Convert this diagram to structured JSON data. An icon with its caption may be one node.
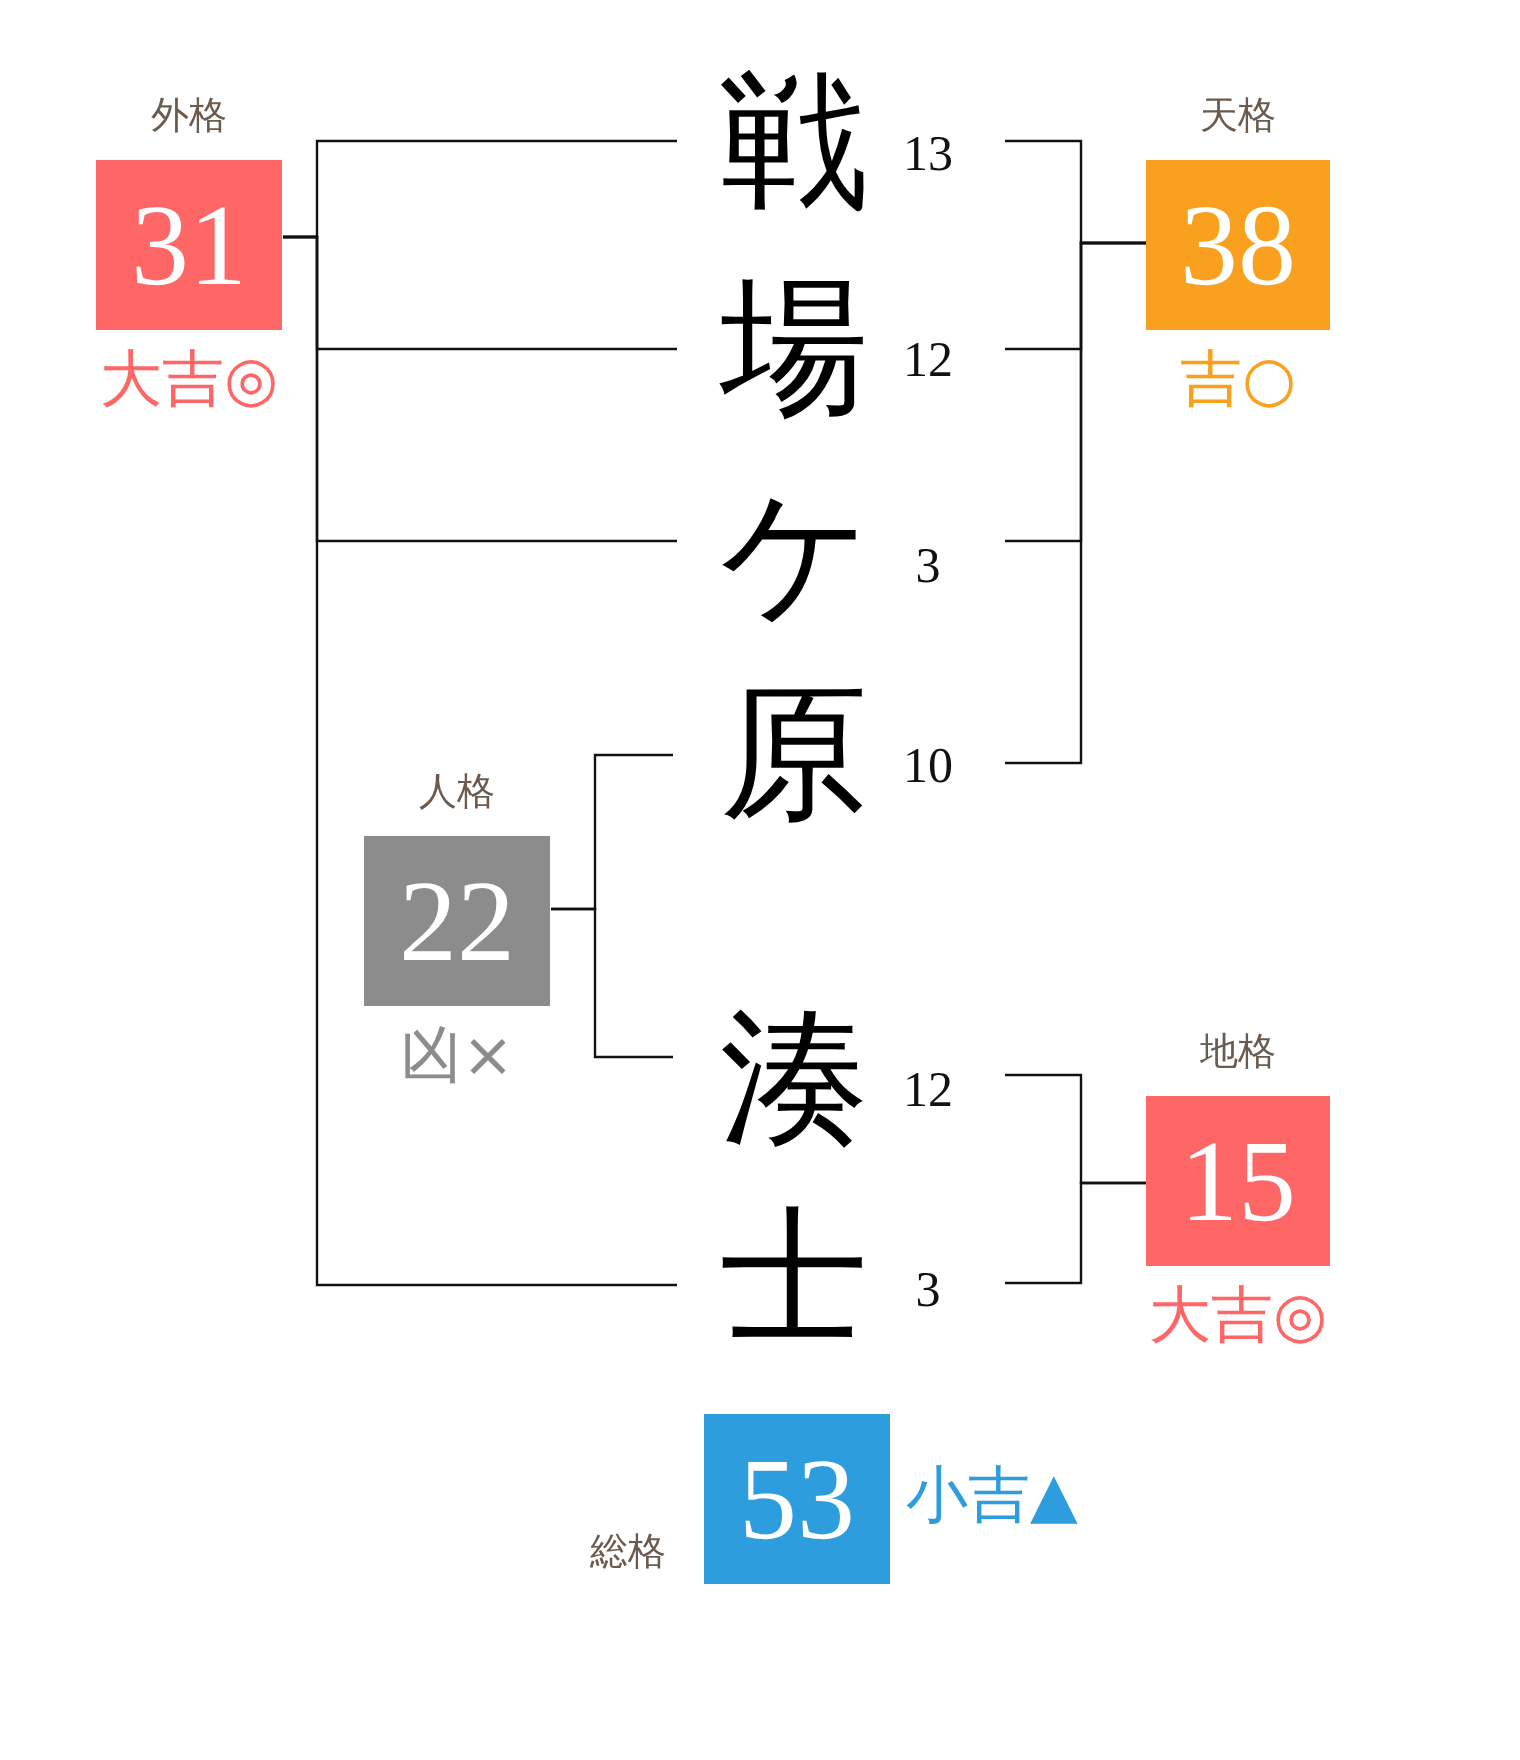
{
  "diagram": {
    "nodes": [
      {
        "text": [
          "外格",
          "31"
        ],
        "beside": [
          "大吉◎"
        ]
      },
      {
        "text": [
          "戦"
        ],
        "beside": [
          "13"
        ]
      },
      {
        "text": [
          "天格",
          "38"
        ],
        "beside": [
          "吉○"
        ]
      },
      {
        "text": [
          "場"
        ],
        "beside": [
          "12"
        ]
      },
      {
        "text": [
          "ケ"
        ],
        "beside": [
          "3"
        ]
      },
      {
        "text": [
          "原"
        ],
        "beside": [
          "10"
        ]
      },
      {
        "text": [
          "人格",
          "22"
        ],
        "beside": [
          "凶×"
        ]
      },
      {
        "text": [
          "湊"
        ],
        "beside": [
          "12"
        ]
      },
      {
        "text": [
          "地格",
          "15"
        ],
        "beside": [
          "大吉◎"
        ]
      },
      {
        "text": [
          "士"
        ],
        "beside": [
          "3"
        ]
      },
      {
        "text": [
          "総格",
          "53"
        ],
        "beside": [
          "小吉▲"
        ]
      }
    ],
    "edges": [
      {
        "from": 1,
        "to": 0,
        "arrow": "none"
      },
      {
        "from": 3,
        "to": 0,
        "arrow": "none"
      },
      {
        "from": 4,
        "to": 0,
        "arrow": "none"
      },
      {
        "from": 9,
        "to": 0,
        "arrow": "none"
      },
      {
        "from": 1,
        "to": 2,
        "arrow": "none"
      },
      {
        "from": 3,
        "to": 2,
        "arrow": "none"
      },
      {
        "from": 4,
        "to": 2,
        "arrow": "none"
      },
      {
        "from": 5,
        "to": 2,
        "arrow": "none"
      },
      {
        "from": 5,
        "to": 6,
        "arrow": "none"
      },
      {
        "from": 7,
        "to": 6,
        "arrow": "none"
      },
      {
        "from": 7,
        "to": 8,
        "arrow": "none"
      },
      {
        "from": 9,
        "to": 8,
        "arrow": "none"
      }
    ]
  }
}
